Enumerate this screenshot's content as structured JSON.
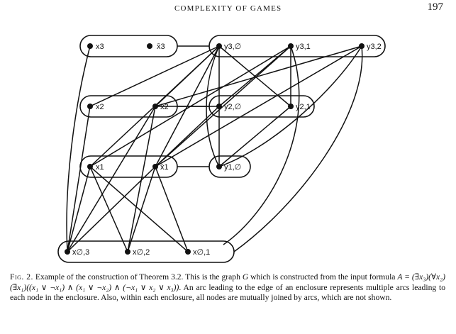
{
  "header": {
    "running_head": "COMPLEXITY OF GAMES",
    "page_number": "197"
  },
  "figure": {
    "nodes": [
      {
        "id": "x3",
        "label": "x3"
      },
      {
        "id": "nx3",
        "label": "x̄3"
      },
      {
        "id": "y30",
        "label": "y3,∅"
      },
      {
        "id": "y31",
        "label": "y3,1"
      },
      {
        "id": "y32",
        "label": "y3,2"
      },
      {
        "id": "x2",
        "label": "x2"
      },
      {
        "id": "nx2",
        "label": "x̄2"
      },
      {
        "id": "y20",
        "label": "y2,∅"
      },
      {
        "id": "y21",
        "label": "y2,1"
      },
      {
        "id": "x1",
        "label": "x1"
      },
      {
        "id": "nx1",
        "label": "x̄1"
      },
      {
        "id": "y10",
        "label": "y1,∅"
      },
      {
        "id": "x03",
        "label": "x∅,3"
      },
      {
        "id": "x02",
        "label": "x∅,2"
      },
      {
        "id": "x01",
        "label": "x∅,1"
      }
    ]
  },
  "caption": {
    "fig_label": "Fig. 2.",
    "text_1": "Example of the construction of Theorem 3.2. This is the graph ",
    "graph_name": "G",
    "text_2": " which is constructed from the input formula ",
    "formula": "A = (∃x₃)(∀x₂)(∃x₁)((x₁ ∨ ¬x₁) ∧ (x₁ ∨ ¬x₂) ∧ (¬x₁ ∨ x₂ ∨ x₃))",
    "text_3": ". An arc leading to the edge of an enclosure represents multiple arcs leading to each node in the enclosure. Also, within each enclosure, all nodes are mutually joined by arcs, which are not shown."
  }
}
